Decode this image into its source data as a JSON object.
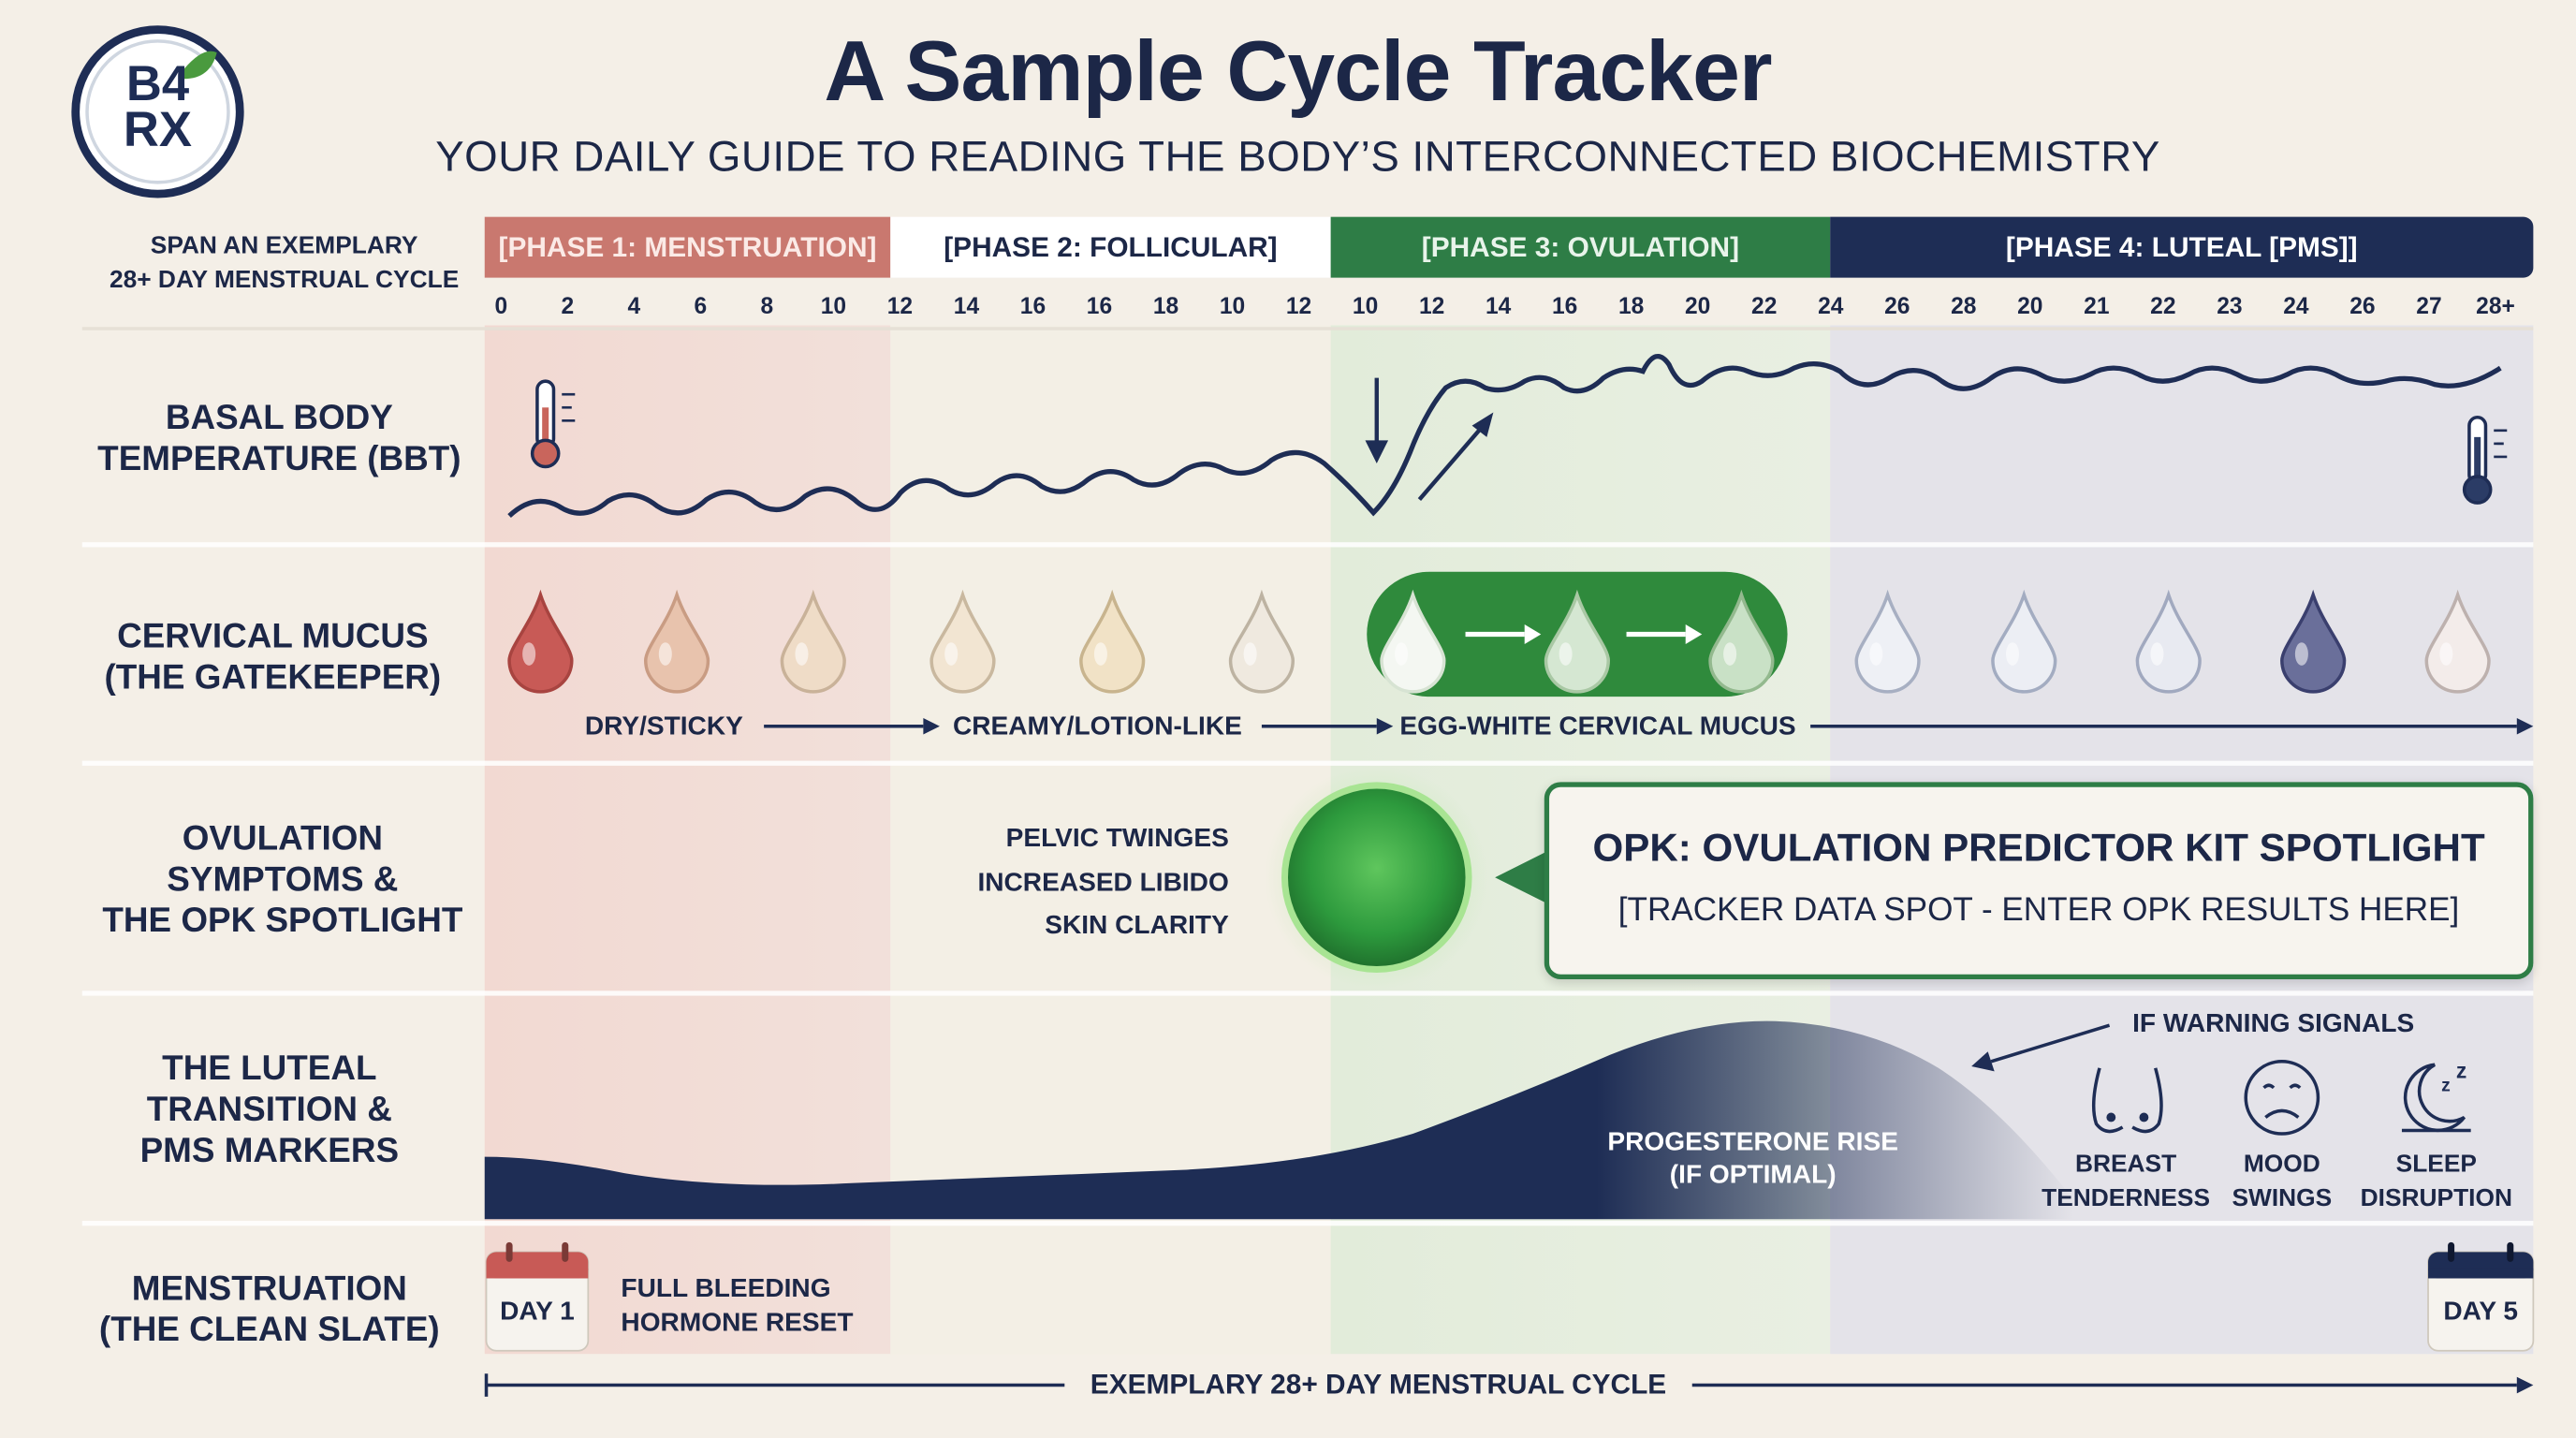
{
  "logo": {
    "line1": "B4",
    "line2": "RX"
  },
  "header": {
    "title": "A Sample Cycle Tracker",
    "subtitle": "YOUR DAILY GUIDE TO READING THE BODY’S INTERCONNECTED BIOCHEMISTRY"
  },
  "span_label": {
    "line1": "SPAN AN EXEMPLARY",
    "line2": "28+ DAY MENSTRUAL CYCLE"
  },
  "phases": [
    {
      "label": "[PHASE 1: MENSTRUATION]",
      "color": "#c9786f"
    },
    {
      "label": "[PHASE 2: FOLLICULAR]",
      "color": "#ffffff"
    },
    {
      "label": "[PHASE 3: OVULATION]",
      "color": "#2e7d46"
    },
    {
      "label": "[PHASE 4: LUTEAL [PMS]]",
      "color": "#1e2d55"
    }
  ],
  "day_ticks": [
    "0",
    "2",
    "4",
    "6",
    "8",
    "10",
    "12",
    "14",
    "16",
    "16",
    "18",
    "10",
    "12",
    "10",
    "12",
    "14",
    "16",
    "18",
    "20",
    "22",
    "24",
    "26",
    "28",
    "20",
    "21",
    "22",
    "23",
    "24",
    "26",
    "27",
    "28+"
  ],
  "rows": {
    "bbt": {
      "line1": "BASAL BODY",
      "line2": "TEMPERATURE (BBT)"
    },
    "mucus": {
      "line1": "CERVICAL MUCUS",
      "line2": "(THE GATEKEEPER)"
    },
    "symptoms": {
      "line1": "OVULATION",
      "line2": "SYMPTOMS &",
      "line3": "THE OPK SPOTLIGHT"
    },
    "luteal": {
      "line1": "THE LUTEAL",
      "line2": "TRANSITION &",
      "line3": "PMS MARKERS"
    },
    "menstruation": {
      "line1": "MENSTRUATION",
      "line2": "(THE CLEAN SLATE)"
    }
  },
  "mucus_labels": {
    "dry": "DRY/STICKY",
    "creamy": "CREAMY/LOTION-LIKE",
    "egg_white": "EGG-WHITE CERVICAL MUCUS"
  },
  "symptoms_list": [
    "PELVIC TWINGES",
    "INCREASED LIBIDO",
    "SKIN CLARITY"
  ],
  "opk": {
    "title": "OPK: OVULATION PREDICTOR KIT SPOTLIGHT",
    "subtitle": "[TRACKER DATA SPOT - ENTER OPK RESULTS HERE]"
  },
  "luteal": {
    "progesterone_line1": "PROGESTERONE RISE",
    "progesterone_line2": "(IF OPTIMAL)",
    "warning": "IF WARNING SIGNALS",
    "markers": [
      {
        "line1": "BREAST",
        "line2": "TENDERNESS",
        "icon": "breast-icon"
      },
      {
        "line1": "MOOD",
        "line2": "SWINGS",
        "icon": "sad-face-icon"
      },
      {
        "line1": "SLEEP",
        "line2": "DISRUPTION",
        "icon": "moon-sleep-icon"
      }
    ]
  },
  "menstruation": {
    "day_start": "DAY 1",
    "day_end": "DAY 5",
    "full_bleeding": "FULL BLEEDING",
    "hormone_reset": "HORMONE RESET"
  },
  "footer": {
    "cycle_label": "EXEMPLARY 28+ DAY MENSTRUAL CYCLE"
  },
  "colors": {
    "navy": "#1e2d55",
    "green": "#2e7d46",
    "menstruation_tint": "#f0dcd6",
    "follicular_tint": "#f3efe6",
    "ovulation_tint": "#e3ecdc",
    "luteal_tint": "#e3e3e9"
  }
}
